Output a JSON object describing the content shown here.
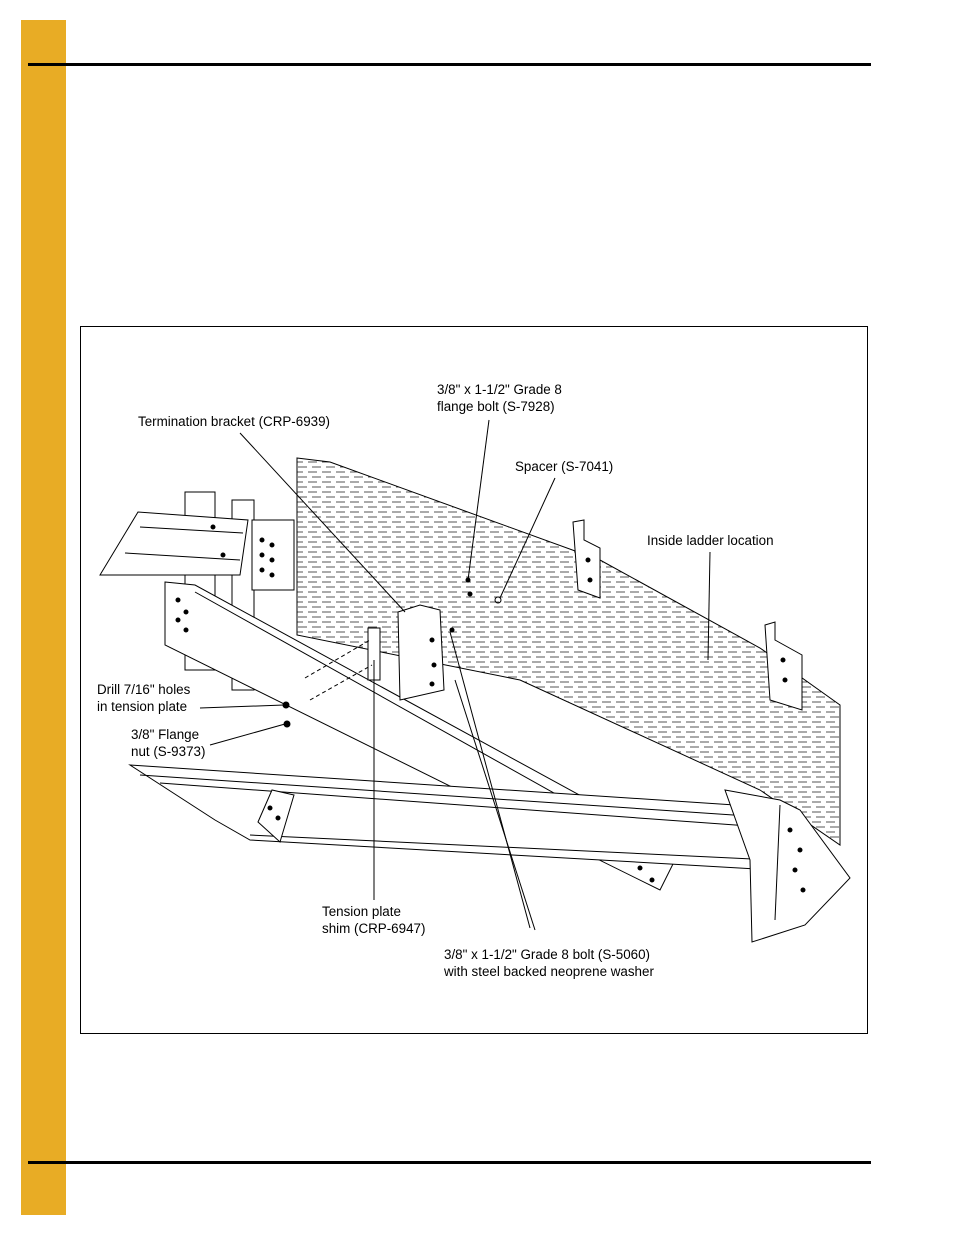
{
  "colors": {
    "side_tab": "#e8ac25",
    "rule": "#000000",
    "panel_hatch": "#444444"
  },
  "figure": {
    "callouts": {
      "flange_bolt": "3/8\" x 1-1/2\" Grade 8\nflange bolt (S-7928)",
      "termination_bracket": "Termination bracket (CRP-6939)",
      "spacer": "Spacer (S-7041)",
      "inside_ladder": "Inside ladder location",
      "drill_holes": "Drill 7/16\" holes\nin tension plate",
      "flange_nut": "3/8\" Flange\nnut (S-9373)",
      "tension_shim": "Tension plate\nshim (CRP-6947)",
      "grade8_bolt": "3/8\" x 1-1/2\" Grade 8 bolt (S-5060)\nwith steel backed neoprene washer"
    }
  }
}
